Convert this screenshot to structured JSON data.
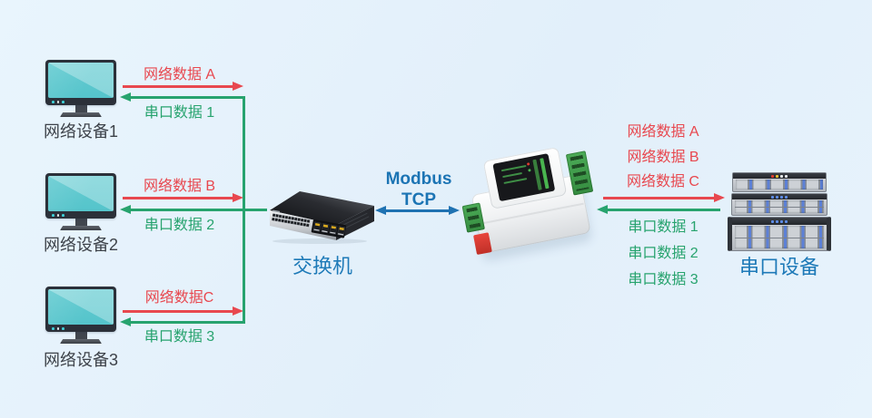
{
  "colors": {
    "red": "#e8484f",
    "green": "#27a36e",
    "blue": "#1b74b4",
    "text_dark": "#3d4249",
    "background": "#e6f2fc"
  },
  "left_devices": [
    {
      "name": "网络设备1",
      "net_label": "网络数据 A",
      "serial_label": "串口数据 1"
    },
    {
      "name": "网络设备2",
      "net_label": "网络数据 B",
      "serial_label": "串口数据 2"
    },
    {
      "name": "网络设备3",
      "net_label": "网络数据C",
      "serial_label": "串口数据 3"
    }
  ],
  "switch": {
    "name": "交换机"
  },
  "link": {
    "line1": "Modbus",
    "line2": "TCP"
  },
  "right_panel": {
    "net_labels": [
      "网络数据 A",
      "网络数据 B",
      "网络数据 C"
    ],
    "serial_labels": [
      "串口数据 1",
      "串口数据 2",
      "串口数据 3"
    ],
    "device_name": "串口设备"
  }
}
